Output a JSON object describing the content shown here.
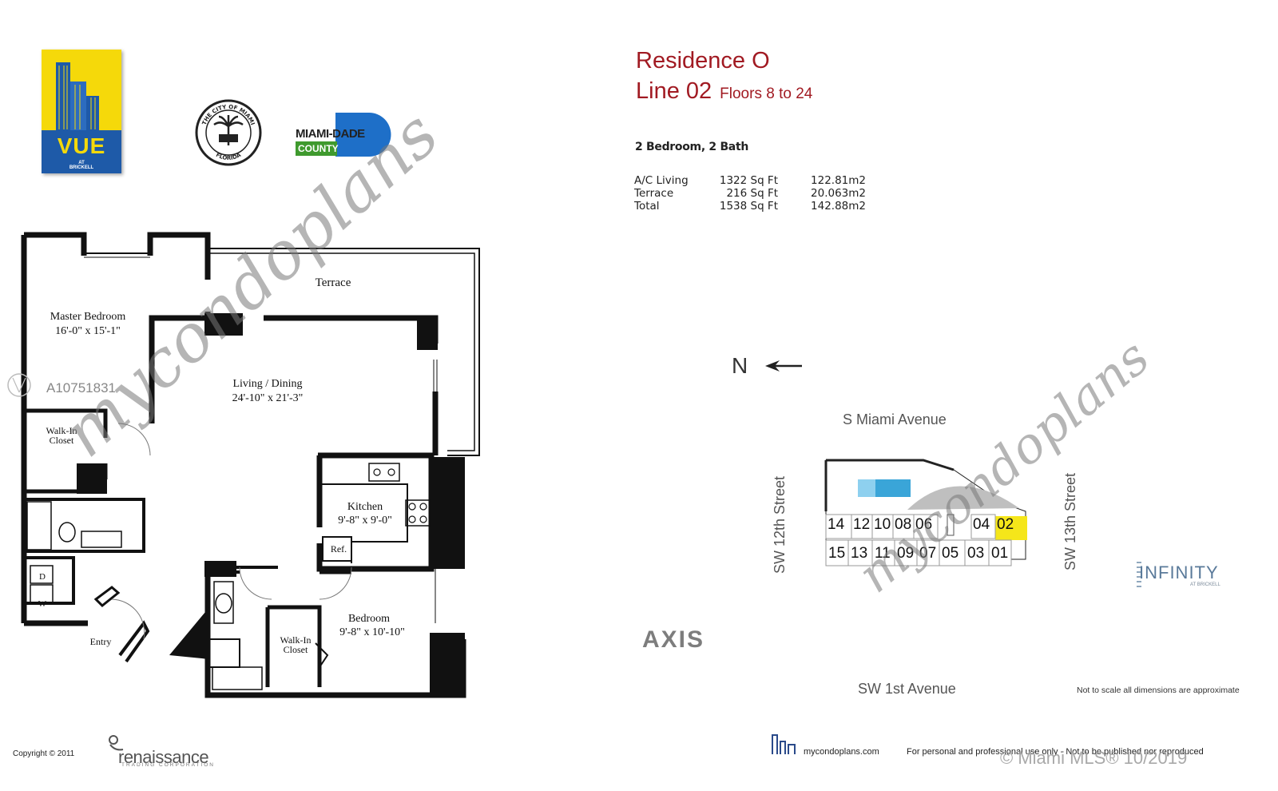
{
  "logos": {
    "vue_word": "VUE",
    "vue_sub_1": "AT",
    "vue_sub_2": "BRICKELL",
    "city_seal_top": "THE CITY OF MIAMI",
    "city_seal_bottom": "FLORIDA",
    "miami_dade_1": "MIAMI-DADE",
    "miami_dade_2": "COUNTY",
    "axis": "AXIS",
    "infinity": "INFINITY",
    "infinity_sub": "AT BRICKELL"
  },
  "header": {
    "residence": "Residence O",
    "line": "Line 02",
    "floors": "Floors 8 to 24",
    "config": "2 Bedroom, 2 Bath"
  },
  "areas": [
    {
      "label": "A/C Living",
      "sqft": "1322 Sq Ft",
      "m2": "122.81m2"
    },
    {
      "label": "Terrace",
      "sqft": "216 Sq Ft",
      "m2": "20.063m2"
    },
    {
      "label": "Total",
      "sqft": "1538 Sq Ft",
      "m2": "142.88m2"
    }
  ],
  "rooms": {
    "terrace": "Terrace",
    "master_bedroom": "Master Bedroom",
    "master_bedroom_dim": "16'-0\" x 15'-1\"",
    "living_dining": "Living / Dining",
    "living_dining_dim": "24'-10\" x 21'-3\"",
    "walkin_1": "Walk-In",
    "walkin_1b": "Closet",
    "kitchen": "Kitchen",
    "kitchen_dim": "9'-8\" x 9'-0\"",
    "ref": "Ref.",
    "washer_d": "D",
    "washer_w": "W",
    "entry": "Entry",
    "bedroom": "Bedroom",
    "bedroom_dim": "9'-8\" x 10'-10\"",
    "walkin_2": "Walk-In",
    "walkin_2b": "Closet"
  },
  "site": {
    "north": "N",
    "s_miami_ave": "S Miami Avenue",
    "sw_12": "SW 12th Street",
    "sw_13": "SW 13th Street",
    "sw_1st": "SW 1st Avenue",
    "units_top": [
      "14",
      "12",
      "10",
      "08",
      "06",
      "04",
      "02"
    ],
    "units_bottom": [
      "15",
      "13",
      "11",
      "09",
      "07",
      "05",
      "03",
      "01"
    ],
    "highlight_color": "#f5e61a",
    "scale_note": "Not to scale all dimensions are approximate"
  },
  "footer": {
    "copyright": "Copyright ©  2011",
    "renaissance": "renaissance",
    "renaissance_sub": "TRADING CORPORATION",
    "mycondoplans_url": "mycondoplans.com",
    "disclaimer": "For personal and professional use only - Not to be published nor reproduced",
    "mls": "© Miami MLS® 10/2019"
  },
  "watermark": {
    "text": "mycondoplans",
    "mls_id": "A10751831"
  }
}
